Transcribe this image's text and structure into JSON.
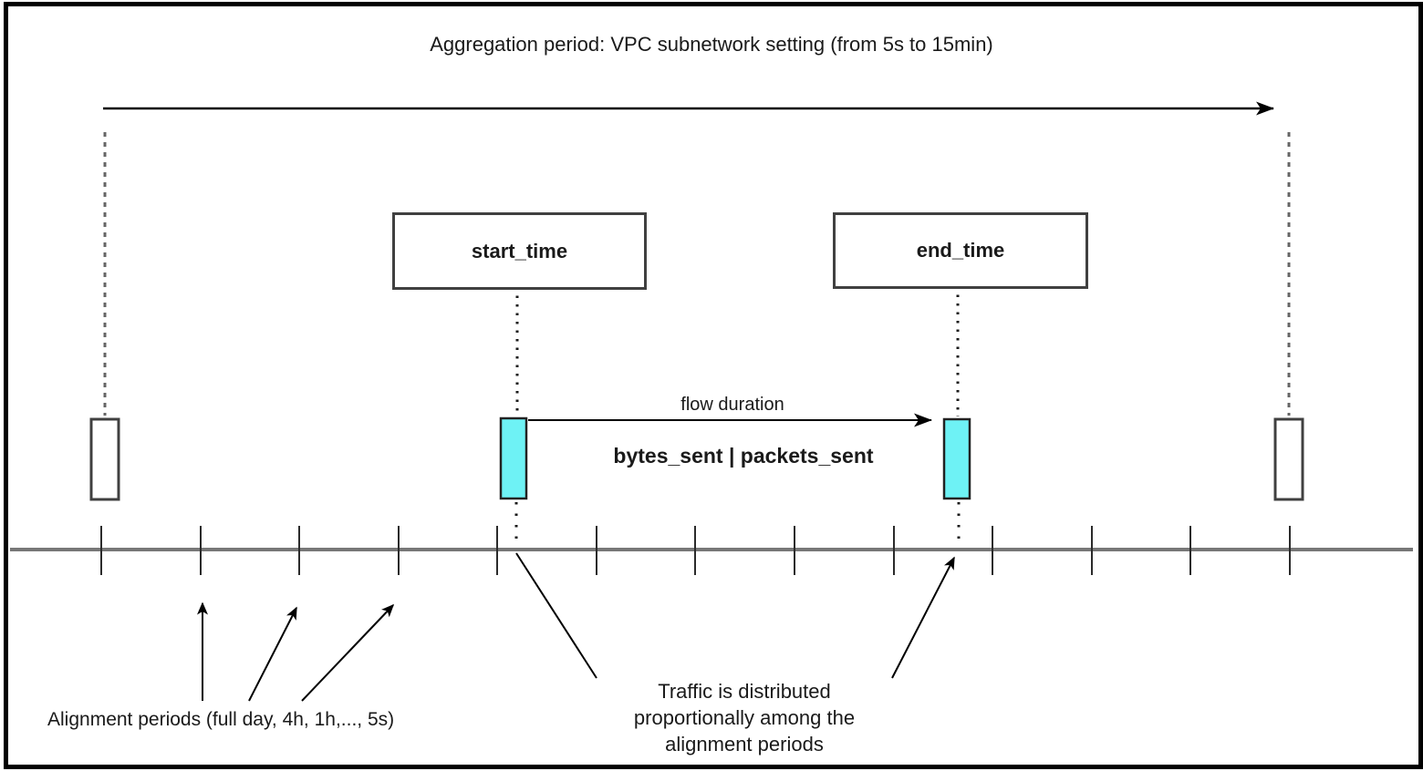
{
  "diagram": {
    "title": "Aggregation period: VPC subnetwork setting (from 5s to 15min)",
    "start_box_label": "start_time",
    "end_box_label": "end_time",
    "flow_duration_label": "flow duration",
    "metrics_label": "bytes_sent | packets_sent",
    "alignment_note": "Alignment periods (full day, 4h, 1h,..., 5s)",
    "traffic_note": "Traffic is distributed\nproportionally among the\nalignment periods",
    "timeline": {
      "tick_count": 13,
      "marked_periods": [
        "start_time period",
        "end_time period"
      ]
    },
    "colors": {
      "highlight_fill": "#6ef2f5",
      "timeline_gray": "#777777",
      "dashed_gray": "#666666",
      "line_black": "#000000"
    }
  }
}
